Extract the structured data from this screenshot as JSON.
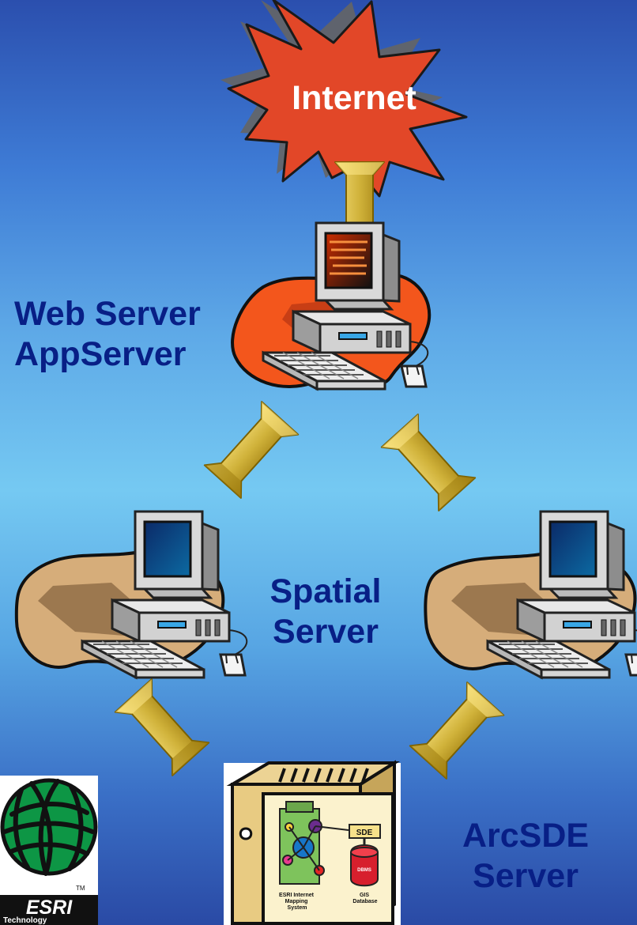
{
  "internet": {
    "label": "Internet"
  },
  "web_server": {
    "line1": "Web Server",
    "line2": "AppServer"
  },
  "spatial_server": {
    "line1": "Spatial",
    "line2": "Server"
  },
  "arcsde_server": {
    "line1": "ArcSDE",
    "line2": "Server"
  },
  "database_box": {
    "sde_label": "SDE",
    "dbms_label": "DBMS",
    "ims_label": "ESRI Internet Mapping System",
    "gis_label": "GIS Database"
  },
  "logo": {
    "brand": "ESRI",
    "tagline": "Technology",
    "trademark": "TM"
  },
  "colors": {
    "background_top": "#2b4fae",
    "background_mid": "#75c9f2",
    "label_text": "#081f86",
    "arrow": "#c7a51d",
    "internet_burst": "#e24728",
    "web_server_pad": "#f3561c",
    "spatial_pad": "#d6ad7a"
  }
}
